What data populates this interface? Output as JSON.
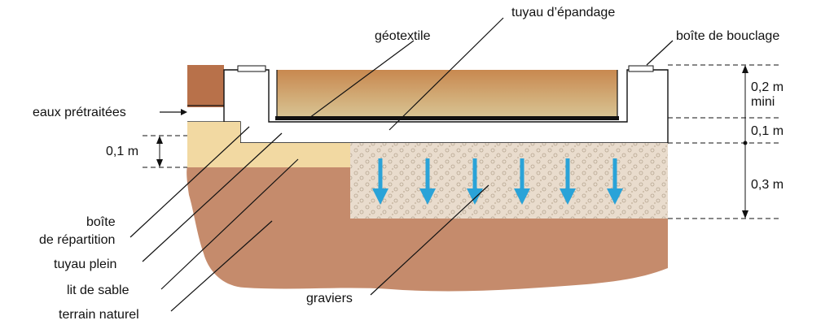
{
  "labels": {
    "tuyau_epandage": "tuyau d’épandage",
    "geotextile": "géotextile",
    "boite_bouclage": "boîte de bouclage",
    "eaux_pretraitees": "eaux prétraitées",
    "boite_repartition_line1": "boîte",
    "boite_repartition_line2": "de répartition",
    "tuyau_plein": "tuyau plein",
    "lit_de_sable": "lit de sable",
    "terrain_naturel": "terrain naturel",
    "graviers": "graviers"
  },
  "dimensions": {
    "left_height": "0,1 m",
    "top_depth": "0,2 m",
    "top_depth_note": "mini",
    "middle_depth": "0,1 m",
    "bottom_depth": "0,3 m"
  },
  "colors": {
    "soil": "#c68a6a",
    "topsoil": "#b8714a",
    "sand": "#f2d9a2",
    "gravel": "#e8d8c9",
    "water_arrow": "#2aa3d8",
    "pipe_black": "#111111"
  }
}
